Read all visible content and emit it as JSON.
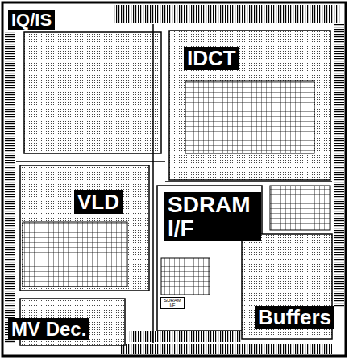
{
  "diagram": {
    "labels": [
      "IQ/IS",
      "IDCT",
      "VLD",
      "SDRAM I/F",
      "SDRAM I/F",
      "MV Dec.",
      "Buffers"
    ]
  }
}
